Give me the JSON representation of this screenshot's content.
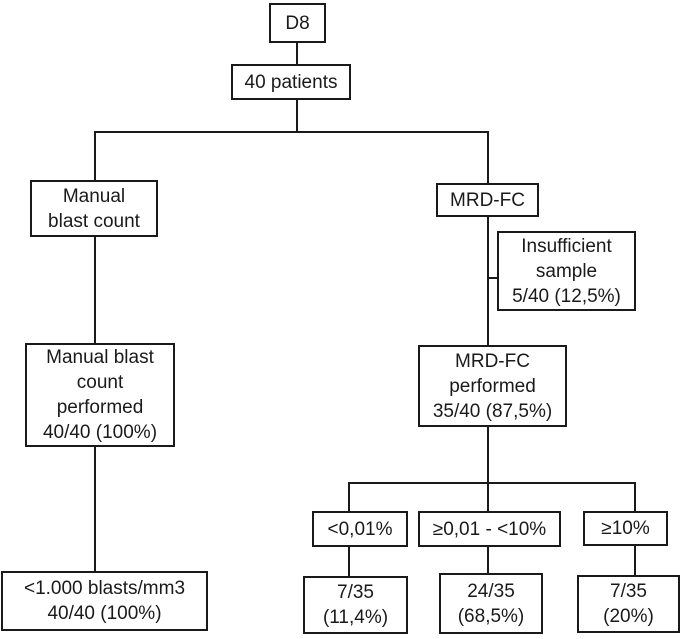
{
  "diagram": {
    "title": "D8 MRD assessment flowchart",
    "background": "#ffffff",
    "border_color": "#1a1a1a",
    "line_color": "#1a1a1a",
    "text_color": "#1a1a1a"
  },
  "nodes": {
    "d8": {
      "lines": [
        "D8"
      ]
    },
    "patients": {
      "lines": [
        "40 patients"
      ]
    },
    "manual_blast_count": {
      "lines": [
        "Manual",
        "blast count"
      ]
    },
    "mrd_fc": {
      "lines": [
        "MRD-FC"
      ]
    },
    "insufficient_sample": {
      "lines": [
        "Insufficient",
        "sample",
        "5/40 (12,5%)"
      ]
    },
    "manual_performed": {
      "lines": [
        "Manual blast",
        "count",
        "performed",
        "40/40 (100%)"
      ]
    },
    "mrd_performed": {
      "lines": [
        "MRD-FC",
        "performed",
        "35/40 (87,5%)"
      ]
    },
    "blasts_result": {
      "lines": [
        "<1.000 blasts/mm3",
        "40/40 (100%)"
      ]
    },
    "cat_low": {
      "lines": [
        "<0,01%"
      ]
    },
    "cat_mid": {
      "lines": [
        "≥0,01 - <10%"
      ]
    },
    "cat_high": {
      "lines": [
        "≥10%"
      ]
    },
    "res_low": {
      "lines": [
        "7/35",
        "(11,4%)"
      ]
    },
    "res_mid": {
      "lines": [
        "24/35",
        "(68,5%)"
      ]
    },
    "res_high": {
      "lines": [
        "7/35",
        "(20%)"
      ]
    }
  }
}
